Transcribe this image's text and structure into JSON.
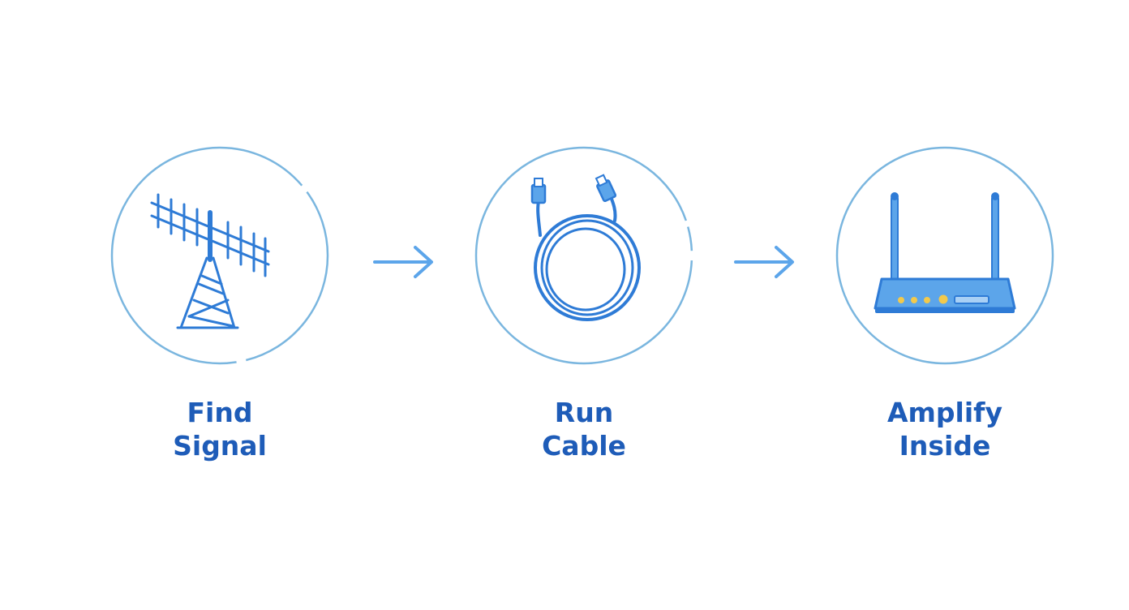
{
  "colors": {
    "ring": "#7ab6df",
    "icon": "#2e7bd6",
    "icon_fill": "#5ca5ea",
    "label": "#1e5cb8",
    "led": "#f2c94c"
  },
  "steps": [
    {
      "icon": "antenna-tower-icon",
      "line1": "Find",
      "line2": "Signal"
    },
    {
      "icon": "coiled-cable-icon",
      "line1": "Run",
      "line2": "Cable"
    },
    {
      "icon": "router-icon",
      "line1": "Amplify",
      "line2": "Inside"
    }
  ],
  "arrows": [
    "arrow-right-icon",
    "arrow-right-icon"
  ]
}
